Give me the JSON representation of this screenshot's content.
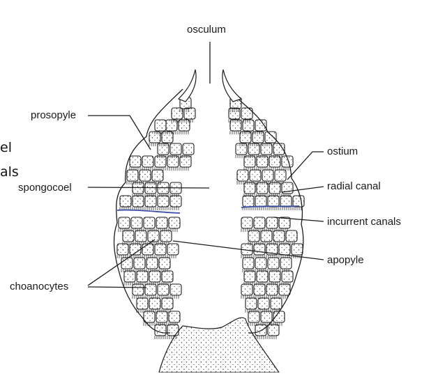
{
  "diagram": {
    "labels": {
      "osculum": "osculum",
      "prosopyle": "prosopyle",
      "spongocoel": "spongocoel",
      "choanocytes": "choanocytes",
      "ostium": "ostium",
      "radial_canal": "radial canal",
      "incurrent_canals": "incurrent canals",
      "apopyle": "apopyle"
    },
    "overlay_fragments": {
      "line1": "el",
      "line2": "als"
    },
    "colors": {
      "ink": "#1a1a1a",
      "cut_marks": "#3a4fa8",
      "background": "#ffffff"
    }
  }
}
